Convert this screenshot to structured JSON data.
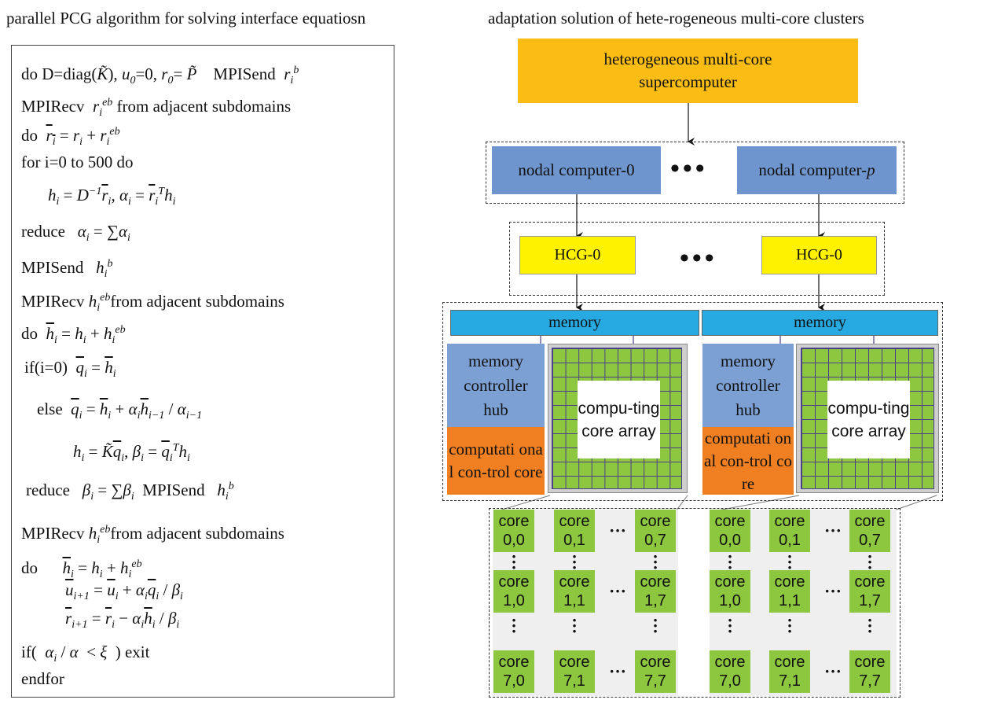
{
  "titles": {
    "left": "parallel PCG algorithm for solving interface equatiosn",
    "right": "adaptation solution of  hete-rogeneous multi-core clusters"
  },
  "algorithm": {
    "l1_prefix": "do D=diag(",
    "l1_mid": "), ",
    "l1_send": "MPISend",
    "l2_cmd": "MPIRecv",
    "l2_suffix": "from adjacent subdomains",
    "l3_do": "do",
    "l4": "for i=0 to 500 do",
    "l6_reduce": "reduce",
    "l7_send": "MPISend",
    "l8_cmd": "MPIRecv",
    "l8_suffix": "from adjacent subdomains",
    "l9_do": "do",
    "l10_if": "if(i=0)",
    "l11_else": "else",
    "l13_reduce": "reduce",
    "l13_send": "MPISend",
    "l14_cmd": "MPIRecv",
    "l14_suffix": "from adjacent subdomains",
    "l15_do": "do",
    "l18_if": "if(",
    "l18_exit": ") exit",
    "l19": "endfor"
  },
  "diagram": {
    "supercomputer": "heterogeneous multi-core supercomputer",
    "node_0": "nodal computer-0",
    "node_p": "nodal computer-",
    "node_p_italic": "p",
    "hcg_left": "HCG-0",
    "hcg_right": "HCG-0",
    "memory": "memory",
    "mch": "memory controller hub",
    "ccc": "computati onal con-trol core",
    "cca": "compu-ting core array",
    "ellipsis": "•••"
  },
  "cores": {
    "left": [
      [
        "core",
        "0,0"
      ],
      [
        "core",
        "0,1"
      ],
      [
        "core",
        "0,7"
      ],
      [
        "core",
        "1,0"
      ],
      [
        "core",
        "1,1"
      ],
      [
        "core",
        "1,7"
      ],
      [
        "core",
        "7,0"
      ],
      [
        "core",
        "7,1"
      ],
      [
        "core",
        "7,7"
      ]
    ],
    "right": [
      [
        "core",
        "0,0"
      ],
      [
        "core",
        "0,1"
      ],
      [
        "core",
        "0,7"
      ],
      [
        "core",
        "1,0"
      ],
      [
        "core",
        "1,1"
      ],
      [
        "core",
        "1,7"
      ],
      [
        "core",
        "7,0"
      ],
      [
        "core",
        "7,1"
      ],
      [
        "core",
        "7,7"
      ]
    ]
  },
  "colors": {
    "supercomputer": "#fbbd13",
    "node": "#6f95cf",
    "hcg": "#fff200",
    "memory": "#27aae1",
    "mch": "#7da0d4",
    "ccc": "#f07f22",
    "core": "#8dc63f"
  }
}
